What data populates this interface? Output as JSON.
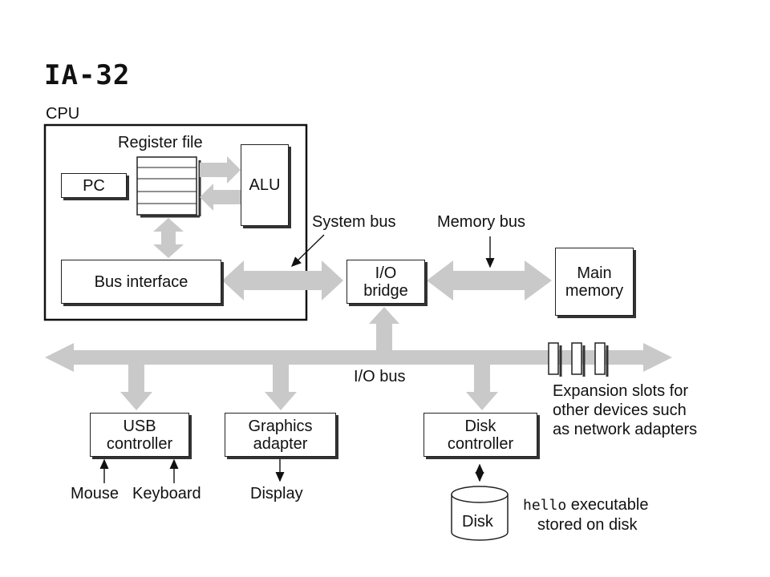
{
  "title": "IA-32",
  "cpu_label": "CPU",
  "register_file_label": "Register file",
  "pc": "PC",
  "alu": "ALU",
  "bus_interface": "Bus interface",
  "system_bus": "System bus",
  "memory_bus": "Memory bus",
  "io_bridge": [
    "I/O",
    "bridge"
  ],
  "main_memory": [
    "Main",
    "memory"
  ],
  "io_bus": "I/O bus",
  "expansion_slots": [
    "Expansion slots for",
    "other devices such",
    "as network adapters"
  ],
  "usb_controller": [
    "USB",
    "controller"
  ],
  "graphics_adapter": [
    "Graphics",
    "adapter"
  ],
  "disk_controller": [
    "Disk",
    "controller"
  ],
  "mouse": "Mouse",
  "keyboard": "Keyboard",
  "display": "Display",
  "disk": "Disk",
  "hello_note": {
    "code": "hello",
    "line1_rest": " executable",
    "line2": "stored on disk"
  },
  "colors": {
    "bus_gray": "#c9c9c9",
    "border": "#222222"
  }
}
